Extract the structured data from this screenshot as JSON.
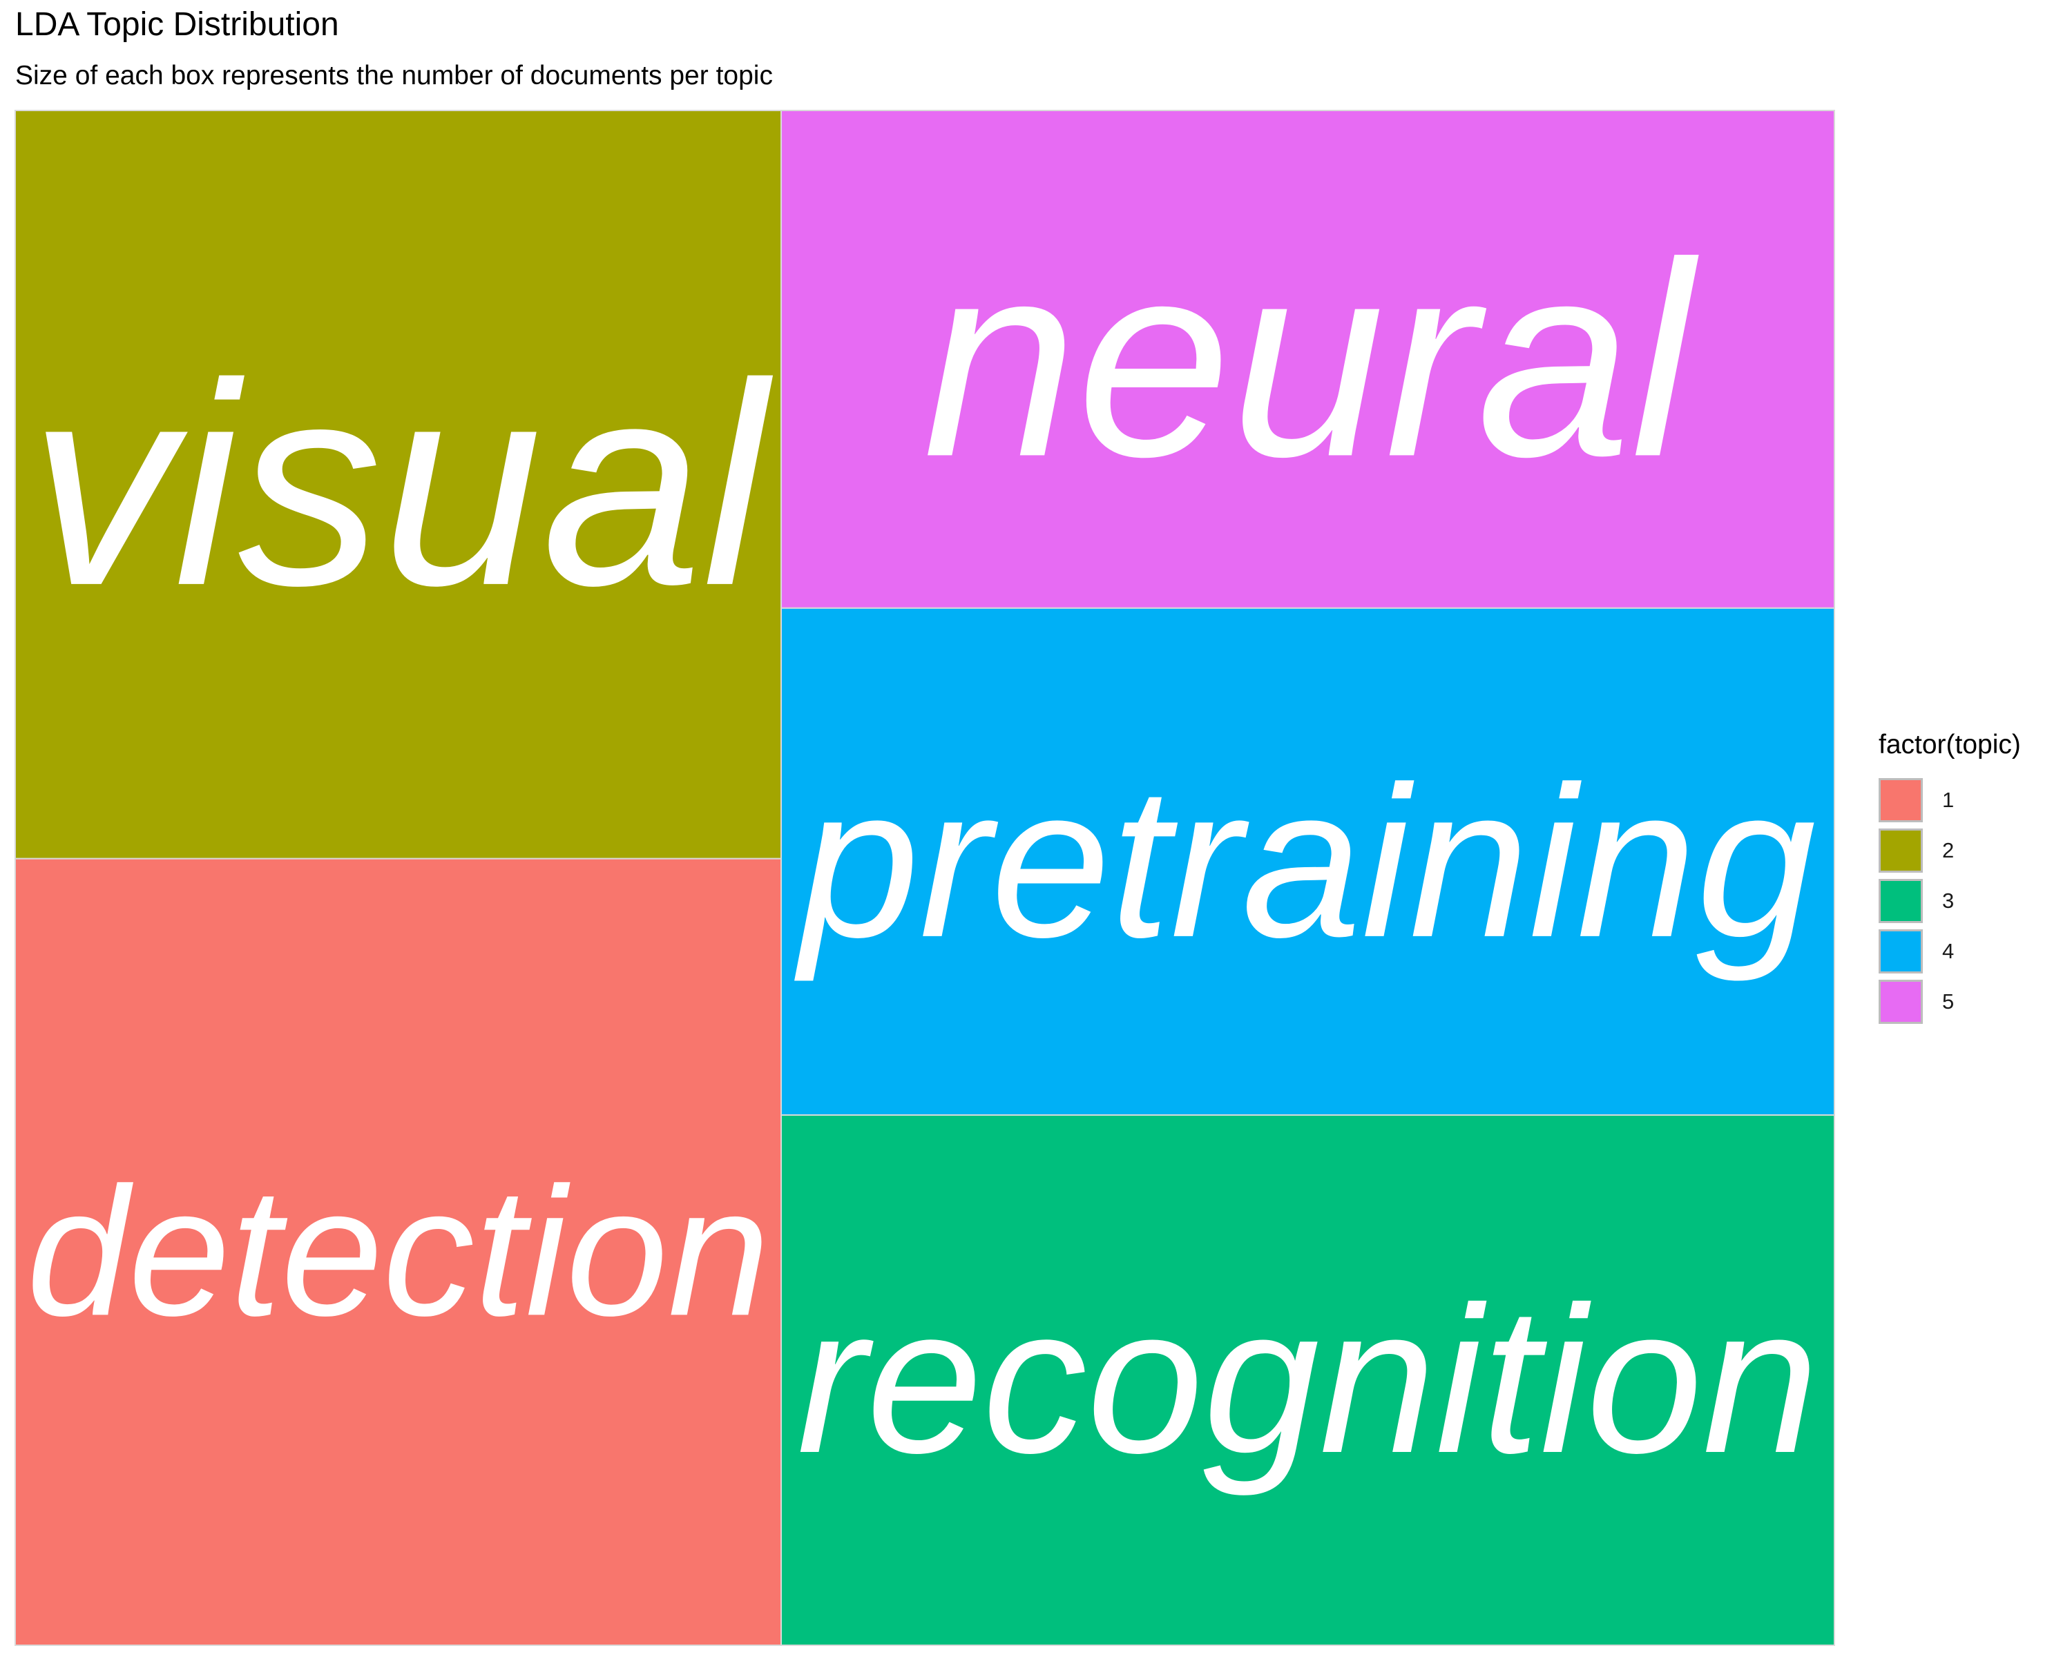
{
  "chart_data": {
    "type": "treemap",
    "title": "LDA Topic Distribution",
    "subtitle": "Size of each box represents the number of documents per topic",
    "legend_title": "factor(topic)",
    "legend_placement": "right",
    "grid": false,
    "series": [
      {
        "topic": "1",
        "label": "detection",
        "color": "#F8766D",
        "value": 1.23
      },
      {
        "topic": "2",
        "label": "visual",
        "color": "#A3A500",
        "value": 1.17
      },
      {
        "topic": "3",
        "label": "recognition",
        "color": "#00BF7D",
        "value": 1.14
      },
      {
        "topic": "4",
        "label": "pretraining",
        "color": "#00B0F6",
        "value": 1.09
      },
      {
        "topic": "5",
        "label": "neural",
        "color": "#E76BF3",
        "value": 1.07
      }
    ]
  }
}
